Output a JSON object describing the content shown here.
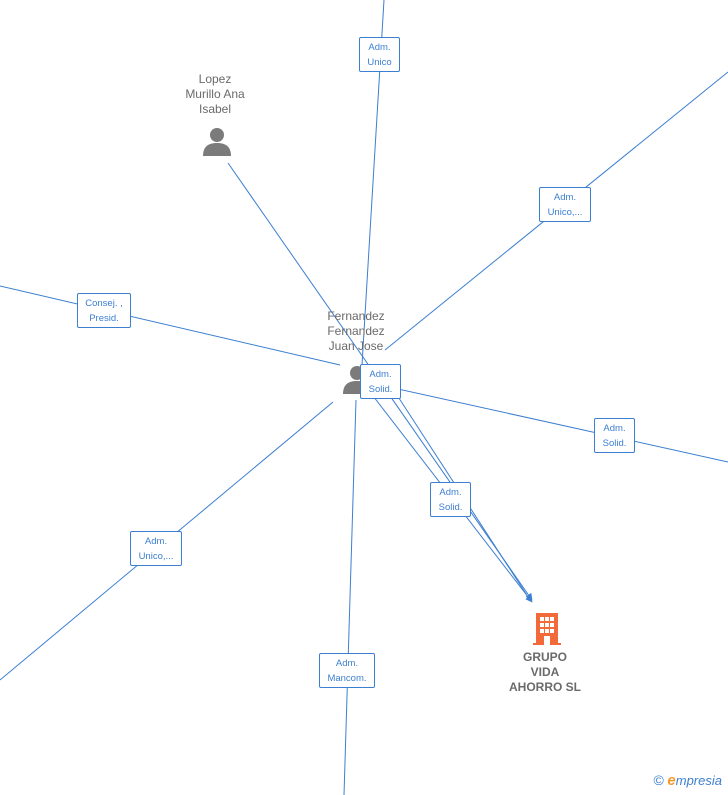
{
  "people": [
    {
      "id": "lopez",
      "name": "Lopez\nMurillo Ana\nIsabel"
    },
    {
      "id": "fernandez",
      "name": "Fernandez\nFernandez\nJuan Jose"
    }
  ],
  "company": {
    "name": "GRUPO\nVIDA\nAHORRO  SL",
    "color": "#f26a3a"
  },
  "roles": [
    "Adm.\nUnico",
    "Adm.\nUnico,...",
    "Consej. ,\nPresid.",
    "Adm.\nSolid.",
    "Adm.\nSolid.",
    "Adm.\nSolid.",
    "Adm.\nUnico,...",
    "Adm.\nMancom."
  ],
  "brand": {
    "copyright": "©",
    "e": "e",
    "rest": "mpresia"
  },
  "colors": {
    "edge": "#3c7fd0",
    "person": "#7b7b7b",
    "company": "#f26a3a"
  }
}
